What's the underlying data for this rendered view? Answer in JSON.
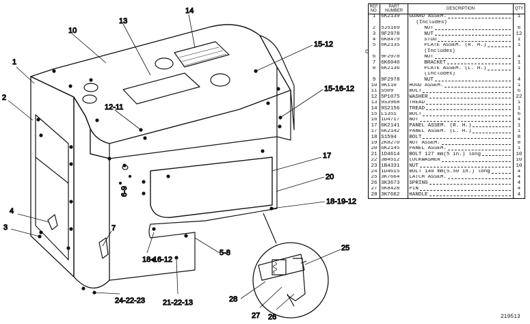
{
  "callouts": [
    "1",
    "2",
    "3",
    "4",
    "7",
    "10",
    "12-11",
    "13",
    "14",
    "15-12",
    "15-16-12",
    "17",
    "18-19-12",
    "18-16-12",
    "5-8",
    "6-9",
    "20",
    "21-22-13",
    "24-22-23",
    "25",
    "26",
    "27",
    "28"
  ],
  "table": {
    "headers": {
      "ref": "REF. NO.",
      "part": "PART NUMBER",
      "desc": "DESCRIPTION",
      "qty": "QTY"
    },
    "rows": [
      {
        "ref": "1",
        "part": "6K2139",
        "desc": "GUARD ASSEM.",
        "qty": "1",
        "indent": 0
      },
      {
        "ref": "",
        "part": "",
        "desc": "(Includes)",
        "qty": "",
        "indent": 1
      },
      {
        "ref": "2",
        "part": "5J5169",
        "desc": "NUT",
        "qty": "8",
        "indent": 2
      },
      {
        "ref": "3",
        "part": "9F2978",
        "desc": "NUT",
        "qty": "12",
        "indent": 2
      },
      {
        "ref": "4",
        "part": "6K8479",
        "desc": "STUD",
        "qty": "1",
        "indent": 2
      },
      {
        "ref": "5",
        "part": "6K2135",
        "desc": "PLATE ASSEM. (R. H.)",
        "qty": "1",
        "indent": 2
      },
      {
        "ref": "",
        "part": "",
        "desc": "(Includes)",
        "qty": "",
        "indent": 2
      },
      {
        "ref": "6",
        "part": "9F2978",
        "desc": "NUT",
        "qty": "4",
        "indent": 2
      },
      {
        "ref": "7",
        "part": "6K6040",
        "desc": "BRACKET",
        "qty": "1",
        "indent": 2
      },
      {
        "ref": "8",
        "part": "6K2136",
        "desc": "PLATE ASSEM. (L. H.)",
        "qty": "1",
        "indent": 2
      },
      {
        "ref": "",
        "part": "",
        "desc": "(Includes)",
        "qty": "",
        "indent": 2
      },
      {
        "ref": "9",
        "part": "9F2978",
        "desc": "NUT",
        "qty": "4",
        "indent": 2
      },
      {
        "ref": "10",
        "part": "9K110",
        "desc": "HOOD ASSEM.",
        "qty": "1",
        "indent": 0
      },
      {
        "ref": "11",
        "part": "S509",
        "desc": "BOLT",
        "qty": "6",
        "indent": 0
      },
      {
        "ref": "12",
        "part": "5P1075",
        "desc": "WASHER",
        "qty": "22",
        "indent": 0
      },
      {
        "ref": "13",
        "part": "9S3968",
        "desc": "TREAD",
        "qty": "1",
        "indent": 0
      },
      {
        "ref": "14",
        "part": "9S2156",
        "desc": "TREAD",
        "qty": "1",
        "indent": 0
      },
      {
        "ref": "15",
        "part": "L1351",
        "desc": "BOLT",
        "qty": "6",
        "indent": 0
      },
      {
        "ref": "16",
        "part": "1D4717",
        "desc": "NUT",
        "qty": "4",
        "indent": 0
      },
      {
        "ref": "17",
        "part": "6K2141",
        "desc": "PANEL ASSEM. (R. H.)",
        "qty": "1",
        "indent": 0
      },
      {
        "ref": "17",
        "part": "6K2142",
        "desc": "PANEL ASSEM. (L. H.)",
        "qty": "1",
        "indent": 0
      },
      {
        "ref": "18",
        "part": "S1594",
        "desc": "BOLT",
        "qty": "8",
        "indent": 0
      },
      {
        "ref": "19",
        "part": "2K8270",
        "desc": "NUT ASSEM.",
        "qty": "8",
        "indent": 0
      },
      {
        "ref": "20",
        "part": "6K2145",
        "desc": "PANEL ASSEM.",
        "qty": "1",
        "indent": 0
      },
      {
        "ref": "21",
        "part": "1D4614",
        "desc": "BOLT 127 mm(5 in.) long",
        "qty": "10",
        "indent": 0
      },
      {
        "ref": "22",
        "part": "3B4512",
        "desc": "LOCKWASHER",
        "qty": "10",
        "indent": 0
      },
      {
        "ref": "23",
        "part": "1B4331",
        "desc": "NUT",
        "qty": "10",
        "indent": 0
      },
      {
        "ref": "24",
        "part": "1D4615",
        "desc": "BOLT 140 mm(5.50 in.) long",
        "qty": "4",
        "indent": 0
      },
      {
        "ref": "25",
        "part": "3K7664",
        "desc": "LATCH ASSEM.",
        "qty": "4",
        "indent": 0
      },
      {
        "ref": "26",
        "part": "3K3673",
        "desc": "SPRING",
        "qty": "4",
        "indent": 0
      },
      {
        "ref": "27",
        "part": "5K8428",
        "desc": "PIN",
        "qty": "4",
        "indent": 0
      },
      {
        "ref": "28",
        "part": "3K7662",
        "desc": "HANDLE",
        "qty": "4",
        "indent": 0
      }
    ]
  },
  "side_mark": "C",
  "figure_number": "219513"
}
